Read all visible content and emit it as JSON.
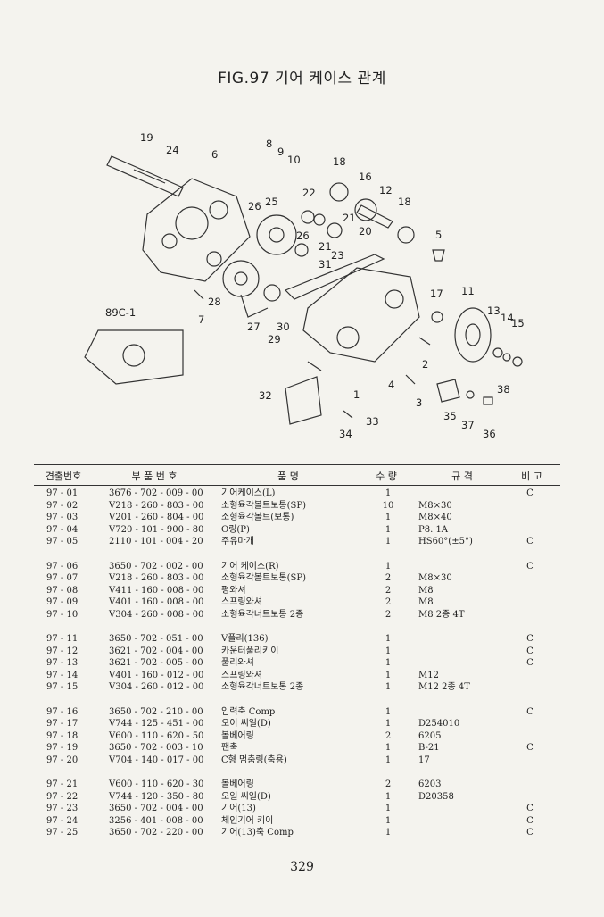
{
  "title": "FIG.97 기어 케이스 관계",
  "diagram": {
    "callouts": [
      "19",
      "24",
      "6",
      "8",
      "9",
      "10",
      "18",
      "16",
      "12",
      "18",
      "22",
      "26",
      "25",
      "21",
      "20",
      "5",
      "26",
      "21",
      "23",
      "31",
      "17",
      "11",
      "13",
      "14",
      "15",
      "28",
      "7",
      "27",
      "29",
      "30",
      "2",
      "4",
      "3",
      "38",
      "35",
      "37",
      "36",
      "32",
      "33",
      "34",
      "1"
    ],
    "side_label": "89C-1"
  },
  "table": {
    "headers": {
      "no": "견출번호",
      "part": "부 품 번 호",
      "name": "품 명",
      "qty": "수 량",
      "spec": "규 격",
      "note": "비 고"
    },
    "groups": [
      [
        {
          "no": "97 - 01",
          "part": "3676 - 702 - 009 - 00",
          "name": "기어케이스(L)",
          "qty": "1",
          "spec": "",
          "note": "C"
        },
        {
          "no": "97 - 02",
          "part": "V218 - 260 - 803 - 00",
          "name": "소형육각볼트보통(SP)",
          "qty": "10",
          "spec": "M8×30",
          "note": ""
        },
        {
          "no": "97 - 03",
          "part": "V201 - 260 - 804 - 00",
          "name": "소형육각볼트(보통)",
          "qty": "1",
          "spec": "M8×40",
          "note": ""
        },
        {
          "no": "97 - 04",
          "part": "V720 - 101 - 900 - 80",
          "name": "O링(P)",
          "qty": "1",
          "spec": "P8. 1A",
          "note": ""
        },
        {
          "no": "97 - 05",
          "part": "2110 - 101 - 004 - 20",
          "name": "주유마개",
          "qty": "1",
          "spec": "HS60°(±5°)",
          "note": "C"
        }
      ],
      [
        {
          "no": "97 - 06",
          "part": "3650 - 702 - 002 - 00",
          "name": "기어 케이스(R)",
          "qty": "1",
          "spec": "",
          "note": "C"
        },
        {
          "no": "97 - 07",
          "part": "V218 - 260 - 803 - 00",
          "name": "소형육각볼트보통(SP)",
          "qty": "2",
          "spec": "M8×30",
          "note": ""
        },
        {
          "no": "97 - 08",
          "part": "V411 - 160 - 008 - 00",
          "name": "평와셔",
          "qty": "2",
          "spec": "M8",
          "note": ""
        },
        {
          "no": "97 - 09",
          "part": "V401 - 160 - 008 - 00",
          "name": "스프링와셔",
          "qty": "2",
          "spec": "M8",
          "note": ""
        },
        {
          "no": "97 - 10",
          "part": "V304 - 260 - 008 - 00",
          "name": "소형육각너트보통 2종",
          "qty": "2",
          "spec": "M8 2종 4T",
          "note": ""
        }
      ],
      [
        {
          "no": "97 - 11",
          "part": "3650 - 702 - 051 - 00",
          "name": "V풀리(136)",
          "qty": "1",
          "spec": "",
          "note": "C"
        },
        {
          "no": "97 - 12",
          "part": "3621 - 702 - 004 - 00",
          "name": "카운터풀리키이",
          "qty": "1",
          "spec": "",
          "note": "C"
        },
        {
          "no": "97 - 13",
          "part": "3621 - 702 - 005 - 00",
          "name": "풀리와셔",
          "qty": "1",
          "spec": "",
          "note": "C"
        },
        {
          "no": "97 - 14",
          "part": "V401 - 160 - 012 - 00",
          "name": "스프링와셔",
          "qty": "1",
          "spec": "M12",
          "note": ""
        },
        {
          "no": "97 - 15",
          "part": "V304 - 260 - 012 - 00",
          "name": "소형육각너트보통 2종",
          "qty": "1",
          "spec": "M12 2종 4T",
          "note": ""
        }
      ],
      [
        {
          "no": "97 - 16",
          "part": "3650 - 702 - 210 - 00",
          "name": "입력축 Comp",
          "qty": "1",
          "spec": "",
          "note": "C"
        },
        {
          "no": "97 - 17",
          "part": "V744 - 125 - 451 - 00",
          "name": "오이 씨일(D)",
          "qty": "1",
          "spec": "D254010",
          "note": ""
        },
        {
          "no": "97 - 18",
          "part": "V600 - 110 - 620 - 50",
          "name": "볼베어링",
          "qty": "2",
          "spec": "6205",
          "note": ""
        },
        {
          "no": "97 - 19",
          "part": "3650 - 702 - 003 - 10",
          "name": "팬축",
          "qty": "1",
          "spec": "B-21",
          "note": "C"
        },
        {
          "no": "97 - 20",
          "part": "V704 - 140 - 017 - 00",
          "name": "C형 멈춤링(축용)",
          "qty": "1",
          "spec": "17",
          "note": ""
        }
      ],
      [
        {
          "no": "97 - 21",
          "part": "V600 - 110 - 620 - 30",
          "name": "볼베어링",
          "qty": "2",
          "spec": "6203",
          "note": ""
        },
        {
          "no": "97 - 22",
          "part": "V744 - 120 - 350 - 80",
          "name": "오일 씨일(D)",
          "qty": "1",
          "spec": "D20358",
          "note": ""
        },
        {
          "no": "97 - 23",
          "part": "3650 - 702 - 004 - 00",
          "name": "기어(13)",
          "qty": "1",
          "spec": "",
          "note": "C"
        },
        {
          "no": "97 - 24",
          "part": "3256 - 401 - 008 - 00",
          "name": "체인기어 키이",
          "qty": "1",
          "spec": "",
          "note": "C"
        },
        {
          "no": "97 - 25",
          "part": "3650 - 702 - 220 - 00",
          "name": "기어(13)축 Comp",
          "qty": "1",
          "spec": "",
          "note": "C"
        }
      ]
    ]
  },
  "page_number": "329"
}
